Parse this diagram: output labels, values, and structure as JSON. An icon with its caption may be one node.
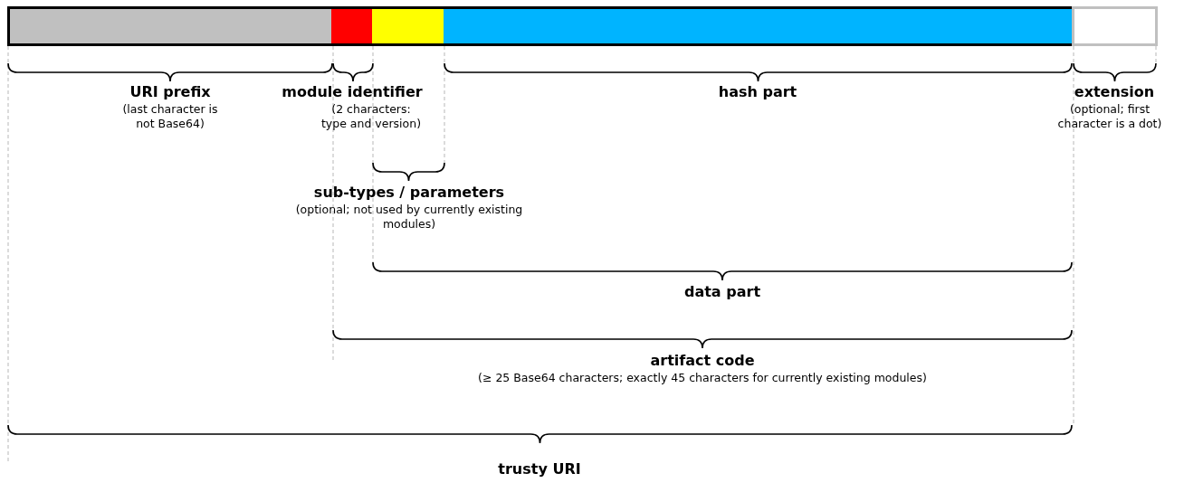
{
  "diagram": {
    "nodes": [
      {
        "text": [],
        "shape": "bar"
      },
      {
        "text": [],
        "shape": "bar"
      },
      {
        "text": [],
        "shape": "bar"
      },
      {
        "text": [],
        "shape": "bar"
      },
      {
        "text": [],
        "shape": "bar"
      }
    ],
    "labels": [
      "URI prefix",
      "(last character is not Base64)",
      "module identifier",
      "(2 characters: type and version)",
      "hash part",
      "extension",
      "(optional; first character is a dot)",
      "sub-types / parameters",
      "(optional; not used by currently existing modules)",
      "data part",
      "artifact code",
      "(≥ 25 Base64 characters; exactly 45 characters for currently existing modules)",
      "trusty URI"
    ]
  }
}
